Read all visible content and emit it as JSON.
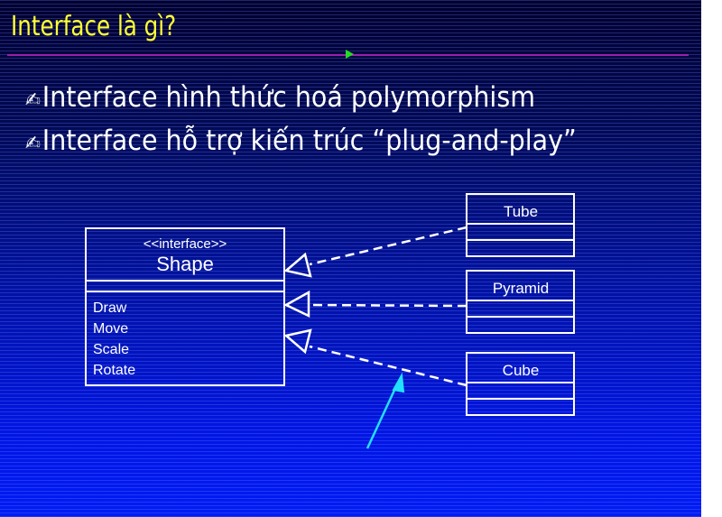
{
  "slide": {
    "title": "Interface là gì?",
    "colors": {
      "title": "#ffff33",
      "rule": "#9a1fa8",
      "marker": "#22dd22",
      "text": "#ffffff",
      "pointer_arrow": "#22e0ff",
      "background_top": "#00002e",
      "background_bottom": "#001cf4"
    },
    "bullets": [
      {
        "icon": "writing-hand-icon",
        "glyph": "✍",
        "text": "Interface hình thức hoá polymorphism"
      },
      {
        "icon": "writing-hand-icon",
        "glyph": "✍",
        "text": "Interface hỗ trợ kiến trúc “plug-and-play”"
      }
    ]
  },
  "diagram": {
    "interface": {
      "stereotype": "<<interface>>",
      "name": "Shape",
      "methods": [
        "Draw",
        "Move",
        "Scale",
        "Rotate"
      ]
    },
    "implementations": [
      {
        "name": "Tube"
      },
      {
        "name": "Pyramid"
      },
      {
        "name": "Cube"
      }
    ],
    "relationship": "realization (dashed line, hollow triangle)"
  }
}
